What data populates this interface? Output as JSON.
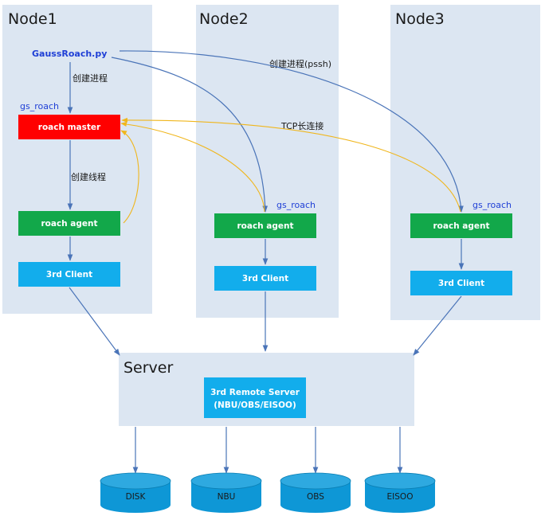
{
  "nodes": [
    {
      "title": "Node1"
    },
    {
      "title": "Node2"
    },
    {
      "title": "Node3"
    }
  ],
  "node1": {
    "script": "GaussRoach.py",
    "create_process": "创建进程",
    "gs_roach": "gs_roach",
    "roach_master": "roach master",
    "create_thread": "创建线程",
    "roach_agent": "roach agent",
    "client": "3rd Client"
  },
  "node2": {
    "gs_roach": "gs_roach",
    "roach_agent": "roach agent",
    "client": "3rd Client"
  },
  "node3": {
    "gs_roach": "gs_roach",
    "roach_agent": "roach agent",
    "client": "3rd Client"
  },
  "annotations": {
    "pssh": "创建进程(pssh)",
    "tcp": "TCP长连接"
  },
  "server": {
    "title": "Server",
    "remote_line1": "3rd Remote Server",
    "remote_line2": "(NBU/OBS/EISOO)"
  },
  "storage": [
    "DISK",
    "NBU",
    "OBS",
    "EISOO"
  ],
  "colors": {
    "panel": "#dce6f2",
    "master": "#ff0000",
    "agent": "#12a84a",
    "client": "#12adec",
    "arrow": "#4a74b8",
    "tcp_arrow": "#f0b61c",
    "db_top": "#2ea9e0",
    "db_body": "#0e97d6"
  }
}
